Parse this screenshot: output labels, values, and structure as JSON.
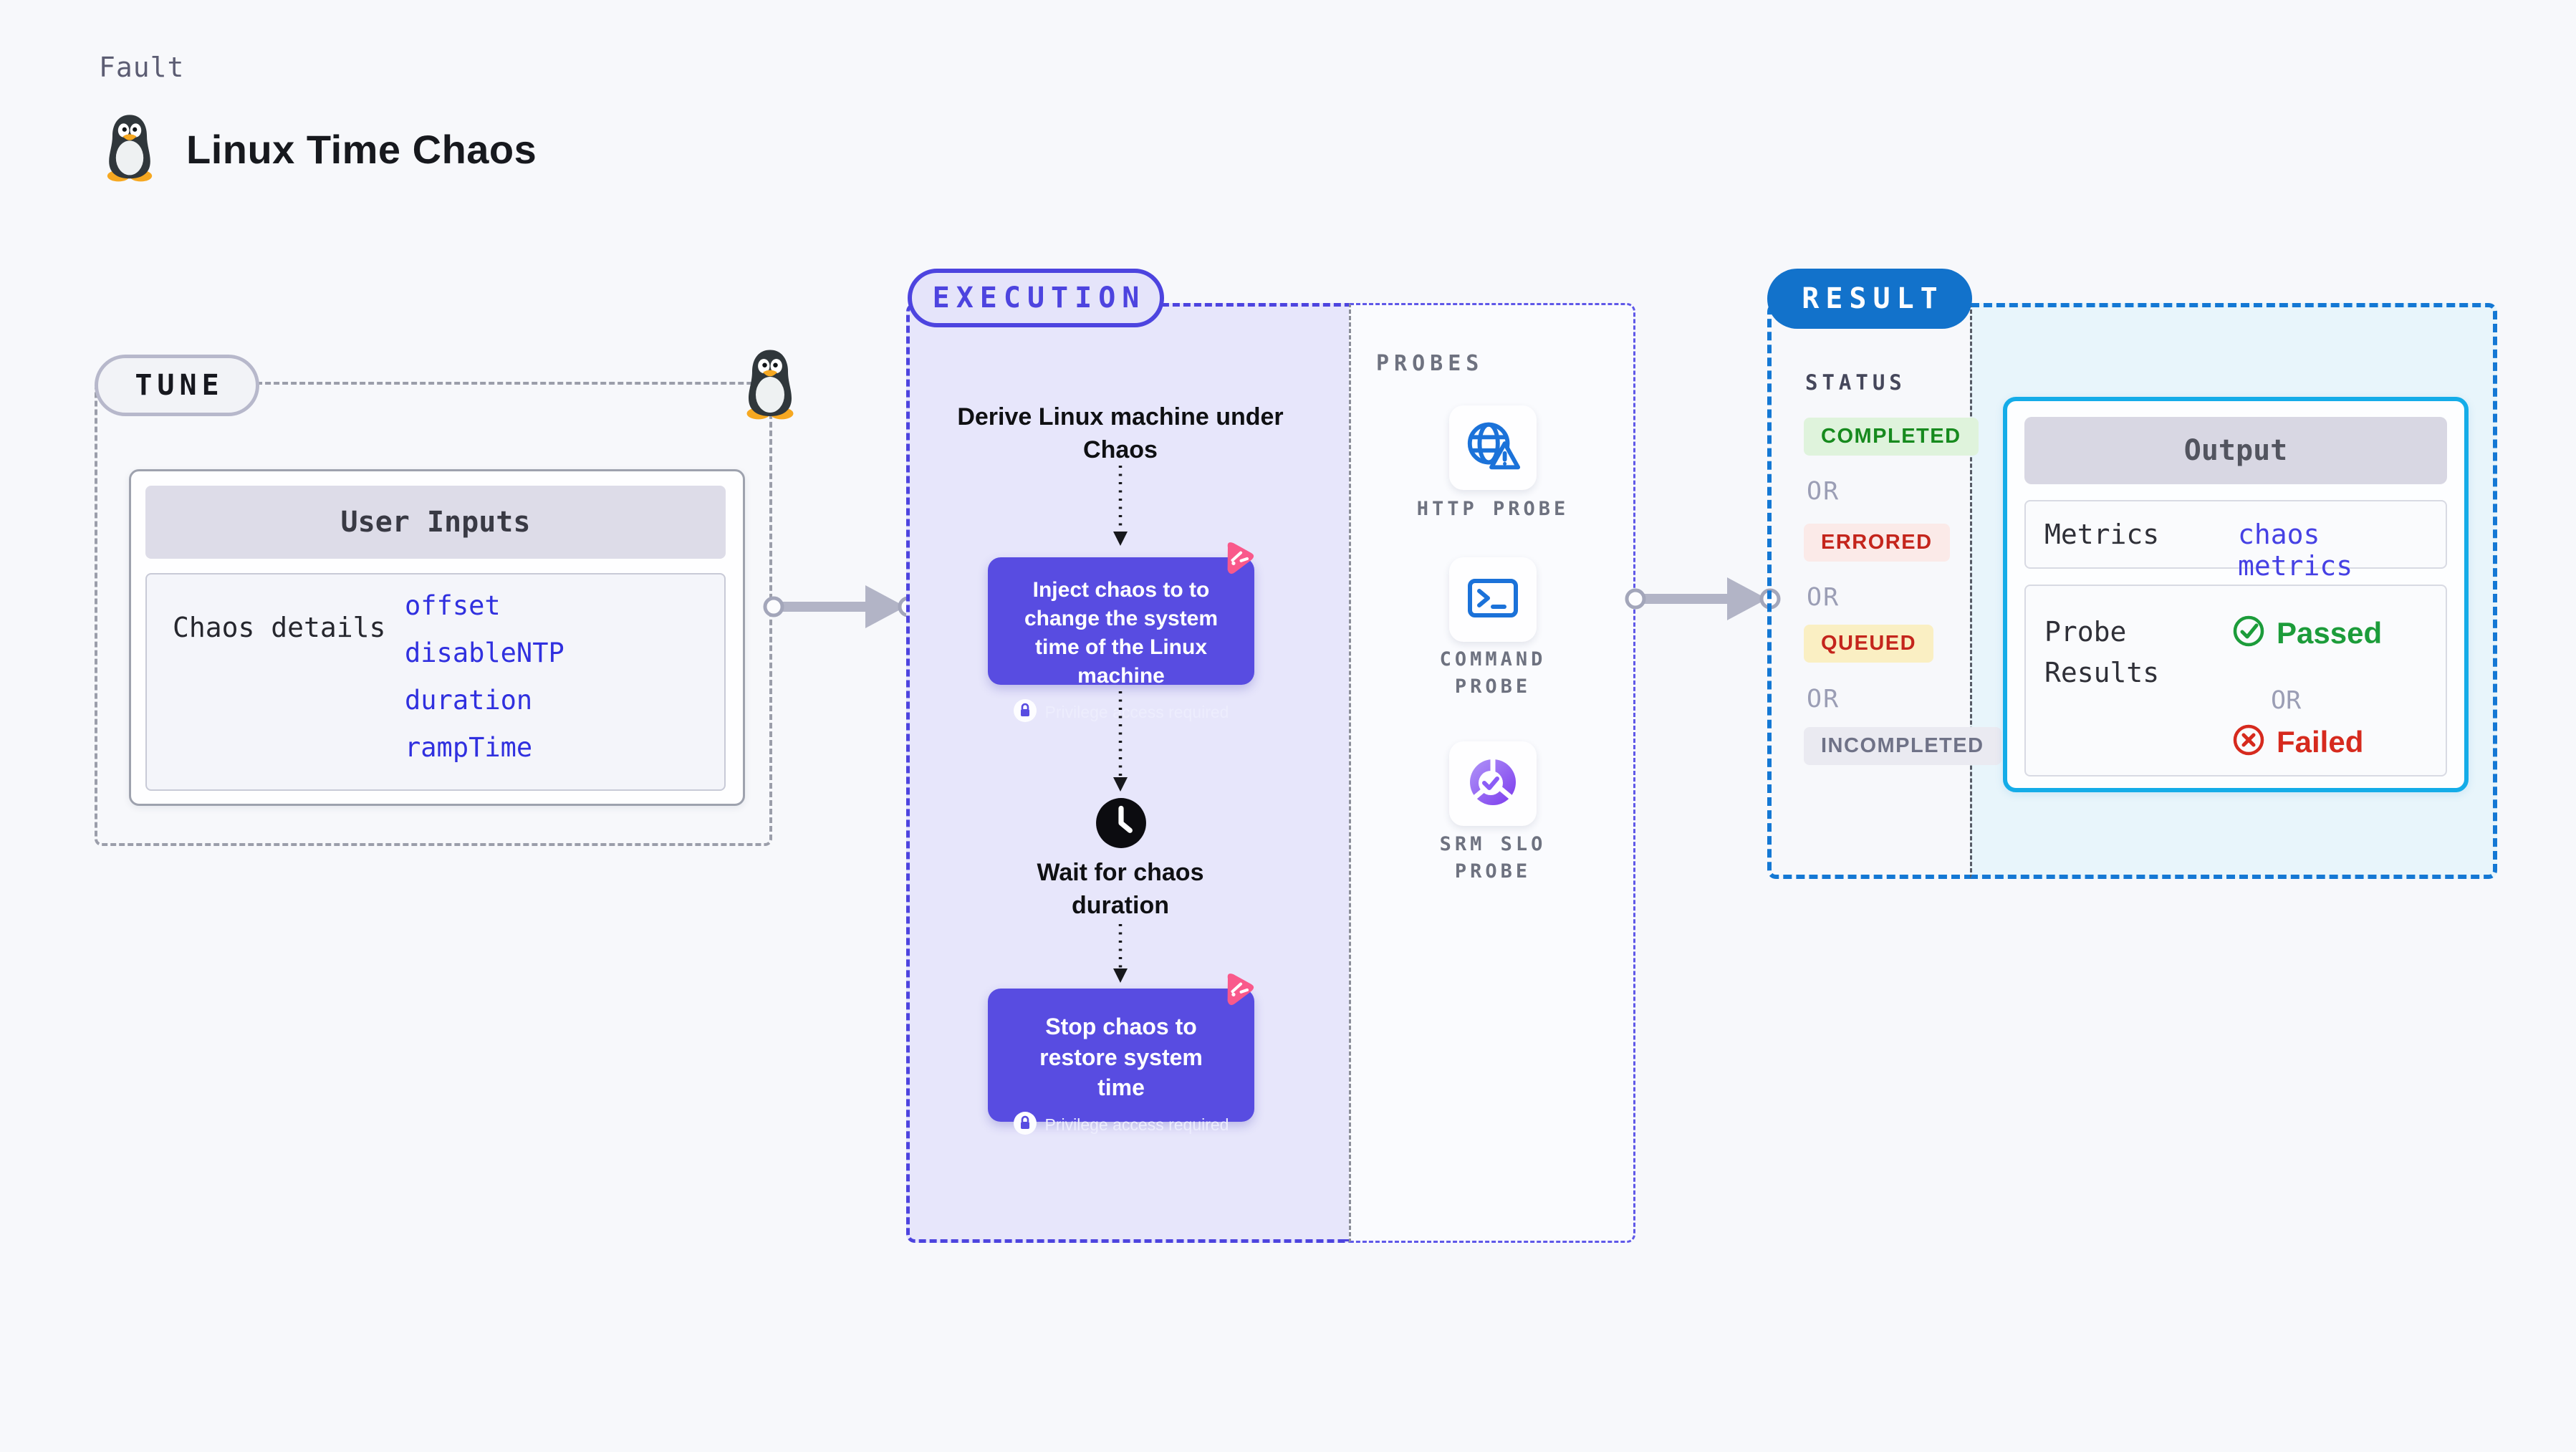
{
  "header": {
    "eyebrow": "Fault",
    "title": "Linux Time Chaos",
    "icon": "tux-penguin-icon"
  },
  "tune": {
    "pill_label": "TUNE",
    "corner_icon": "tux-penguin-icon",
    "user_inputs": {
      "header": "User Inputs",
      "row_label": "Chaos details",
      "params": [
        "offset",
        "disableNTP",
        "duration",
        "rampTime"
      ]
    }
  },
  "execution": {
    "pill_label": "EXECUTION",
    "derive_label": "Derive Linux machine under Chaos",
    "inject_step": {
      "text": "Inject chaos to to change the system time of the Linux machine",
      "privilege_note": "Privilege access required"
    },
    "wait_label": "Wait for chaos duration",
    "stop_step": {
      "text": "Stop chaos to restore system time",
      "privilege_note": "Privilege access required"
    }
  },
  "probes": {
    "label": "PROBES",
    "items": [
      {
        "label": "HTTP PROBE",
        "icon": "globe-alert-icon"
      },
      {
        "label": "COMMAND PROBE",
        "icon": "terminal-icon"
      },
      {
        "label": "SRM SLO PROBE",
        "icon": "slo-pie-check-icon"
      }
    ]
  },
  "result": {
    "pill_label": "RESULT",
    "status": {
      "label": "STATUS",
      "or_label": "OR",
      "badges": [
        {
          "label": "COMPLETED",
          "type": "success"
        },
        {
          "label": "ERRORED",
          "type": "error"
        },
        {
          "label": "QUEUED",
          "type": "queued"
        },
        {
          "label": "INCOMPLETED",
          "type": "incomplete"
        }
      ]
    },
    "output": {
      "header": "Output",
      "metrics_label": "Metrics",
      "metrics_value": "chaos metrics",
      "probe_results_label": "Probe Results",
      "passed_label": "Passed",
      "or_label": "OR",
      "failed_label": "Failed"
    }
  },
  "colors": {
    "page_bg": "#F7F8FB",
    "indigo_accent": "#4D44DF",
    "execution_bg": "#E7E6FB",
    "purple_step": "#584CE1",
    "pink_logo": "#F9598B",
    "result_blue": "#1272CB",
    "result_dashed_blue": "#1478D4",
    "output_border_cyan": "#14ACE8",
    "output_bg_cyan": "#E8F5FB",
    "param_link_blue": "#3030DF",
    "success_green": "#178A1E",
    "error_red": "#C4251C",
    "passed_green": "#1C9C3A",
    "failed_red": "#D62A1E",
    "badge_green_bg": "#DFF3DC",
    "badge_red_bg": "#FBEAE8",
    "badge_yellow_bg": "#FAEFC3",
    "badge_gray_bg": "#EAEAF1"
  }
}
